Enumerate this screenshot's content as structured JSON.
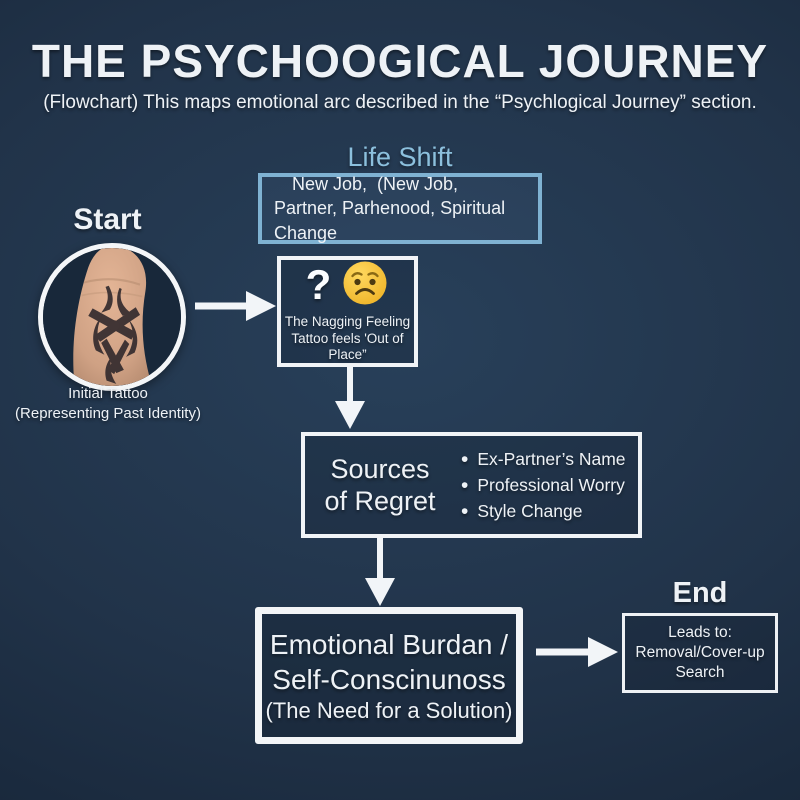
{
  "header": {
    "title": "THE PSYCHOOGICAL JOURNEY",
    "subtitle": "(Flowchart) This maps emotional arc described in the “Psychlogical Journey” section."
  },
  "life_shift": {
    "label": "Life Shift",
    "line1": "New Job,  (New Job,",
    "line2": "Partner, Parhenood, Spiritual Change"
  },
  "start": {
    "label": "Start",
    "image_icon": "tattooed-forearm-photo",
    "caption_line1": "Initial Tattoo",
    "caption_line2": "(Representing Past Identity)"
  },
  "nagging": {
    "question_mark": "?",
    "emoji_icon": "worried-face",
    "line1": "The Nagging Feeling",
    "line2": "Tattoo feels 'Out of Place”"
  },
  "sources": {
    "title_line1": "Sources",
    "title_line2": "of Regret",
    "bullets": [
      "Ex-Partner’s Name",
      "Professional Worry",
      "Style Change"
    ]
  },
  "burden": {
    "line1": "Emotional Burdan /",
    "line2": "Self-Conscinunoss",
    "line3": "(The Need for a Solution)"
  },
  "end": {
    "label": "End",
    "line1": "Leads to:",
    "line2": "Removal/Cover-up",
    "line3": "Search"
  },
  "colors": {
    "background_center": "#28405a",
    "background_edge": "#131f2b",
    "accent_blue": "#7fb2d2",
    "accent_blue_text": "#8cc0dd",
    "box_border_white": "#f1f4f7",
    "text_white": "#eef2f6",
    "emoji_yellow": "#f5c542",
    "skin_tone": "#cfa184",
    "tattoo_ink": "#30282c"
  }
}
